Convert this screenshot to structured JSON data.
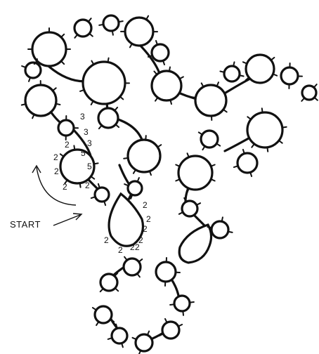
{
  "diagram": {
    "start_label": "START",
    "stitch_counts": [
      "3",
      "3",
      "3",
      "2",
      "5",
      "2",
      "2",
      "5",
      "2",
      "2",
      "2",
      "2",
      "2",
      "2",
      "2",
      "2",
      "2",
      "2"
    ],
    "line_color": "#111111",
    "background": "#ffffff"
  }
}
